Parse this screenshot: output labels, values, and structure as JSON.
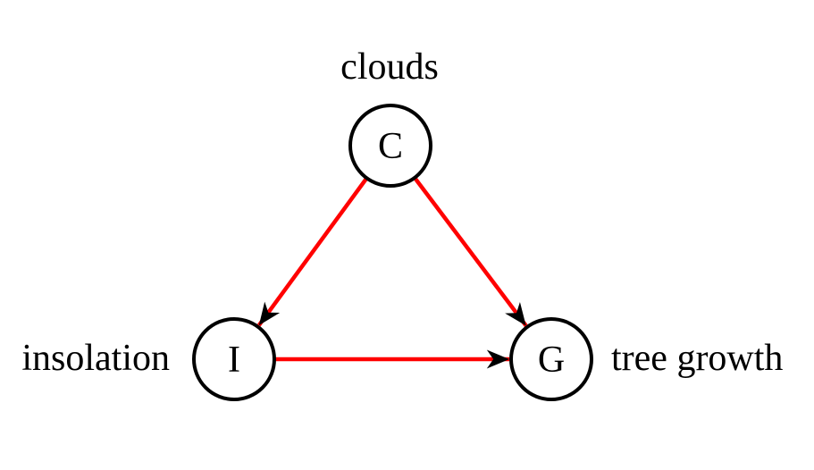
{
  "diagram": {
    "title": "causal-graph-clouds-insolation-tree-growth",
    "background_color": "#ffffff",
    "edge_color": "#ff0000",
    "arrowhead_color": "#000000",
    "node_stroke_color": "#000000",
    "node_fill_color": "#ffffff",
    "nodes": [
      {
        "id": "C",
        "letter": "C",
        "label": "clouds",
        "label_position": "above"
      },
      {
        "id": "I",
        "letter": "I",
        "label": "insolation",
        "label_position": "left"
      },
      {
        "id": "G",
        "letter": "G",
        "label": "tree growth",
        "label_position": "right"
      }
    ],
    "edges": [
      {
        "from": "C",
        "to": "I"
      },
      {
        "from": "C",
        "to": "G"
      },
      {
        "from": "I",
        "to": "G"
      }
    ]
  }
}
